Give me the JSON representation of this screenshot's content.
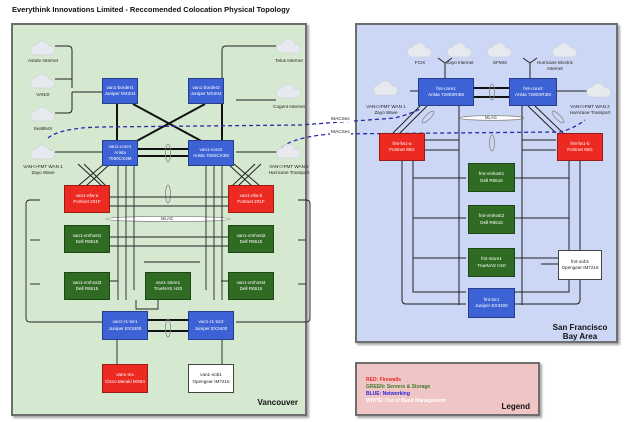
{
  "title": "Everythink Innovations Limited - Reccomended Colocation Physical Topology",
  "sites": {
    "vancouver": {
      "label": "Vancouver",
      "background": "#d5e8d0",
      "clouds": [
        {
          "label": "Astute Internet"
        },
        {
          "label": "VANIX"
        },
        {
          "label": "SeattleIX"
        },
        {
          "label": "VAN<>FMT WAN 1\nZayo Wave"
        },
        {
          "label": "Telus Internet"
        },
        {
          "label": "Cogent Internet"
        },
        {
          "label": "VAN<>FMT WAN 2\nHurricane Transport"
        }
      ],
      "nodes": {
        "border1": {
          "name": "van1-border1",
          "model": "Juniper MX204",
          "role": "blue"
        },
        "border2": {
          "name": "van1-border2",
          "model": "Juniper MX204",
          "role": "blue"
        },
        "core1": {
          "name": "van1-core1",
          "model": "Arista 7050CX3M",
          "role": "blue"
        },
        "core2": {
          "name": "van1-core2",
          "model": "Arista 7050CX3M",
          "role": "blue"
        },
        "efw_a": {
          "name": "van1-efw-a",
          "model": "Fortinet 201F",
          "role": "red"
        },
        "efw_b": {
          "name": "van1-efw-b",
          "model": "Fortinet 201F",
          "role": "red"
        },
        "vmhost1": {
          "name": "van1-vmhost1",
          "model": "Dell R6515",
          "role": "green"
        },
        "vmhost2": {
          "name": "van1-vmhost2",
          "model": "Dell R6515",
          "role": "green"
        },
        "vmhost3": {
          "name": "van1-vmhost3",
          "model": "Dell R6515",
          "role": "green"
        },
        "vmhost4": {
          "name": "van1-vmhost4",
          "model": "Dell R6515",
          "role": "green"
        },
        "store1": {
          "name": "van1-store1",
          "model": "TrueNAS H20",
          "role": "green"
        },
        "tor1": {
          "name": "van1-r1-tor1",
          "model": "Juniper EX3400",
          "role": "blue"
        },
        "tor2": {
          "name": "van1-r1-tor2",
          "model": "Juniper EX3400",
          "role": "blue"
        },
        "mx": {
          "name": "van1-mx",
          "model": "Cisco Meraki MX84",
          "role": "red"
        },
        "oob1": {
          "name": "van1-oob1",
          "model": "Opengear IM7216",
          "role": "white"
        }
      },
      "mlag_label": "MLAG"
    },
    "sanfrancisco": {
      "label": "San Francisco\nBay Area",
      "background": "#ccd7f5",
      "clouds": [
        {
          "label": "FCIX"
        },
        {
          "label": "Zayo Internet"
        },
        {
          "label": "SFMIX"
        },
        {
          "label": "Hurricane Electric\nInternet"
        },
        {
          "label": "VAN<>FMT WAN 1\nZayo Wave"
        },
        {
          "label": "VAN<>FMT WAN 2\nHurricane Transport"
        }
      ],
      "nodes": {
        "core1": {
          "name": "fmt-core1",
          "model": "Arista 7280SR3M",
          "role": "blue"
        },
        "core2": {
          "name": "fmt-core2",
          "model": "Arista 7280SR3M",
          "role": "blue"
        },
        "fw_a": {
          "name": "fmt-fw1-a",
          "model": "Fortinet 90G",
          "role": "red"
        },
        "fw_b": {
          "name": "fmt-fw1-b",
          "model": "Fortinet 90G",
          "role": "red"
        },
        "vmhost1": {
          "name": "fmt-vmhost1",
          "model": "Dell R6515",
          "role": "green"
        },
        "vmhost2": {
          "name": "fmt-vmhost2",
          "model": "Dell R6515",
          "role": "green"
        },
        "store1": {
          "name": "fmt-store1",
          "model": "TrueNAS H10",
          "role": "green"
        },
        "tor1": {
          "name": "fmt-tor1",
          "model": "Juniper EX3400",
          "role": "blue"
        },
        "oob1": {
          "name": "fmt-oob1",
          "model": "Opengear IM7216",
          "role": "white"
        }
      },
      "mlag_label": "MLAG"
    }
  },
  "links": {
    "macsec_1": "MACSec",
    "macsec_2": "MACSec"
  },
  "legend": {
    "label": "Legend",
    "background": "#efc5c5",
    "items": [
      {
        "text": "RED: Firewalls",
        "color": "#e8282a"
      },
      {
        "text": "GREEN: Servers & Storage",
        "color": "#3d7a2a"
      },
      {
        "text": "BLUE: Networking",
        "color": "#2a1fd6"
      },
      {
        "text": "WHITE: Out of Band Management",
        "color": "#ffffff"
      }
    ]
  },
  "colors": {
    "blue_node": "#3c62d6",
    "red_node": "#ec2a22",
    "green_node": "#2f6b22",
    "white_node": "#ffffff",
    "macsec_line": "#2a2aa8"
  }
}
